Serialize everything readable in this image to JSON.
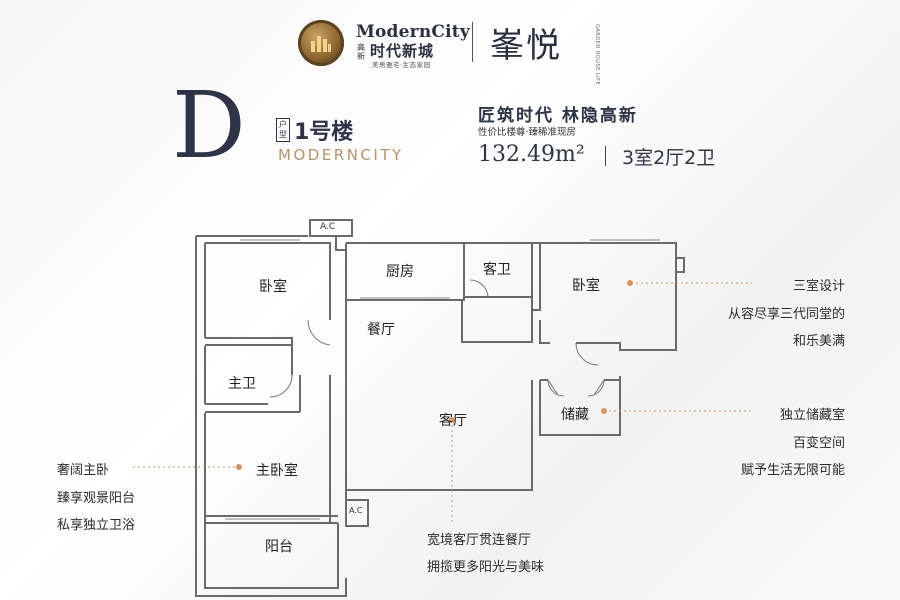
{
  "header": {
    "brand_en": "ModernCity",
    "brand_gaoxin": "高新",
    "brand_cn": "时代新城",
    "brand_sub": "美居雅宅·生态家园",
    "project_name": "峯悦",
    "project_tag": "GARDEN HOUSE LIFE"
  },
  "unit": {
    "type_letter": "D",
    "huxing": "户型",
    "building": "1号楼",
    "moderncity": "MODERNCITY",
    "slogan": "匠筑时代 林隐高新",
    "subslogan": "性价比楼尊·臻稀准现房",
    "area": "132.49m²",
    "layout": "3室2厅2卫"
  },
  "rooms": {
    "bedroom_left": "卧室",
    "kitchen": "厨房",
    "guest_bath": "客卫",
    "bedroom_right": "卧室",
    "dining": "餐厅",
    "master_bath": "主卫",
    "living": "客厅",
    "storage": "储藏",
    "master_bedroom": "主卧室",
    "balcony": "阳台",
    "ac_top": "A.C",
    "ac_bottom": "A.C"
  },
  "notes": {
    "right_top": [
      "三室设计",
      "从容尽享三代同堂的",
      "和乐美满"
    ],
    "right_mid": [
      "独立储藏室",
      "百变空间",
      "赋予生活无限可能"
    ],
    "left": [
      "奢阔主卧",
      "臻享观景阳台",
      "私享独立卫浴"
    ],
    "bottom": [
      "宽境客厅贯连餐厅",
      "拥揽更多阳光与美味"
    ]
  },
  "colors": {
    "navy": "#2e3348",
    "gold": "#b5946b",
    "wall": "#6a6a6a",
    "leader": "#c9956a"
  }
}
